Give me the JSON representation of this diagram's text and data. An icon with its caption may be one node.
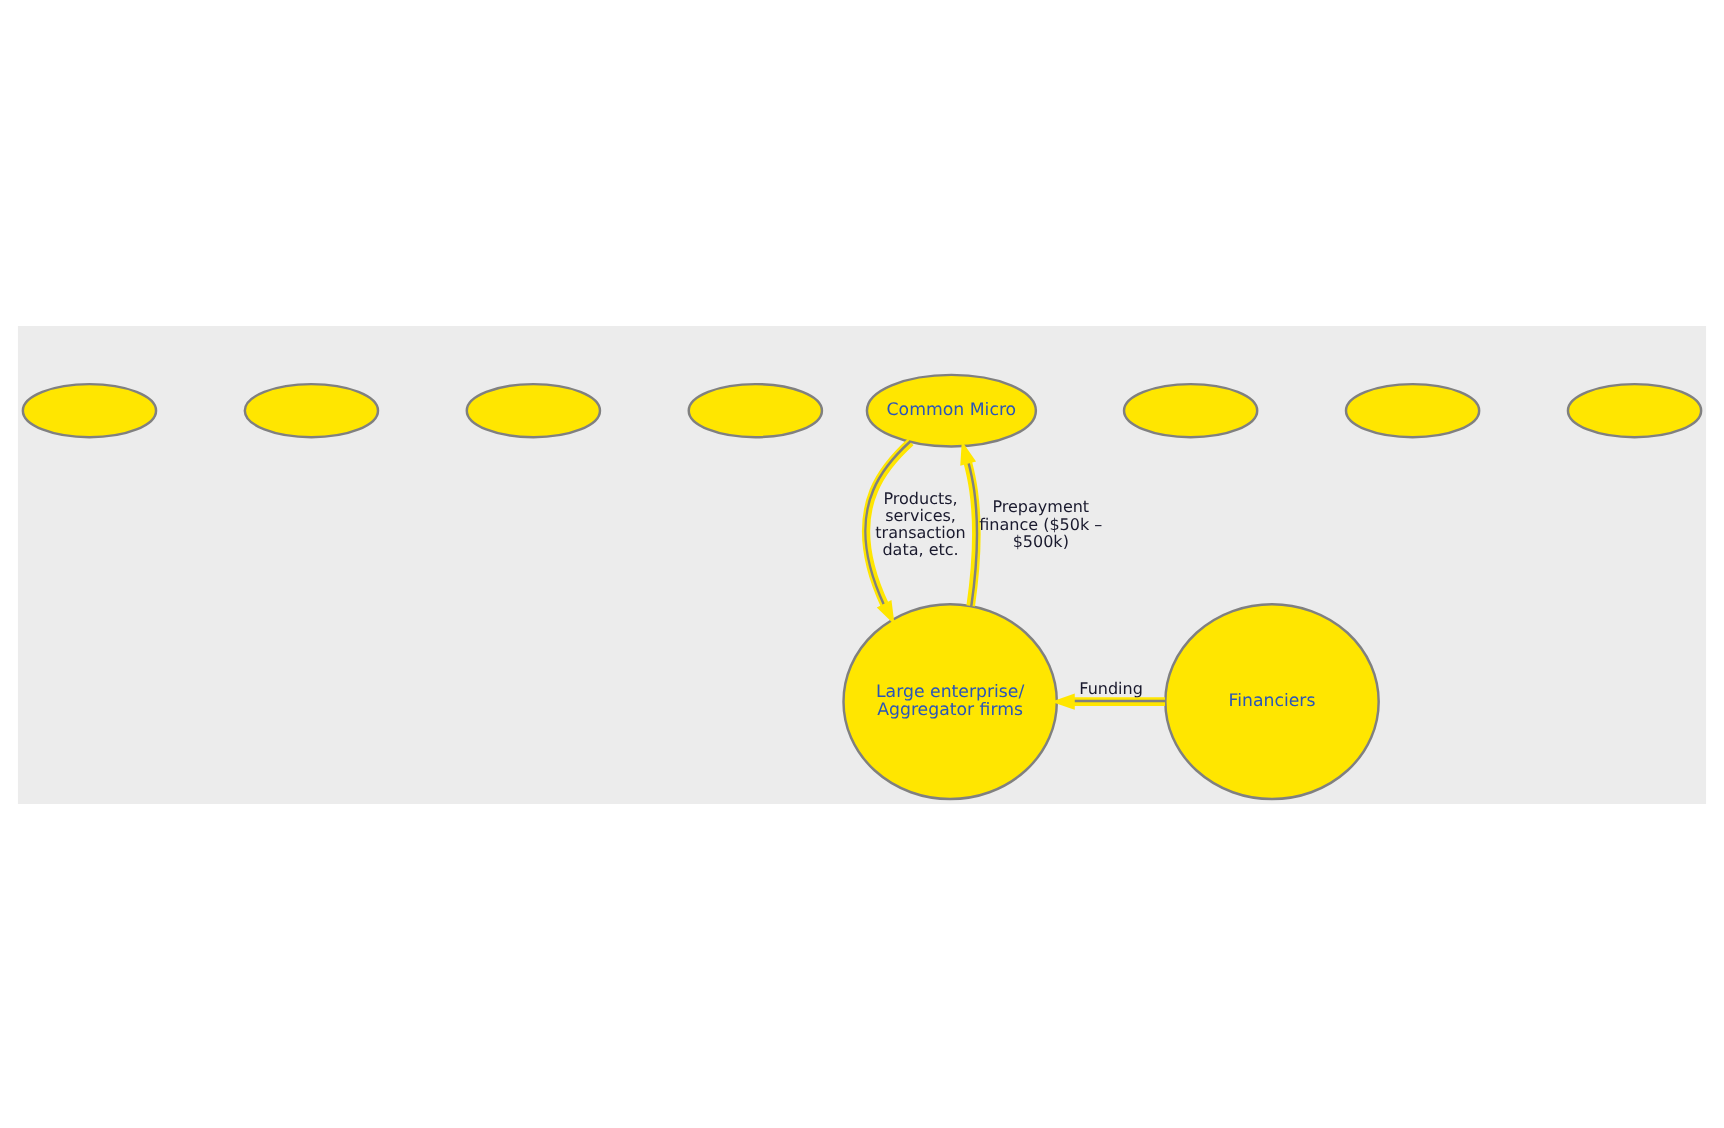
{
  "diagram": {
    "nodes": [
      {
        "text": [
          "Common Micro"
        ]
      },
      {
        "text": [],
        "shape": "ellipse"
      },
      {
        "text": [],
        "shape": "ellipse"
      },
      {
        "text": [],
        "shape": "ellipse"
      },
      {
        "text": [],
        "shape": "ellipse"
      },
      {
        "text": [],
        "shape": "ellipse"
      },
      {
        "text": [],
        "shape": "ellipse"
      },
      {
        "text": [],
        "shape": "ellipse"
      },
      {
        "text": [
          "Large enterprise/ Aggregator firms"
        ]
      },
      {
        "text": [
          "Financiers"
        ]
      }
    ],
    "edges": [
      {
        "from": 0,
        "to": 8,
        "arrow": "to",
        "label": "Products, services, transaction data, etc."
      },
      {
        "from": 8,
        "to": 0,
        "arrow": "to",
        "label": "Prepayment finance ($50k – $500k)"
      },
      {
        "from": 9,
        "to": 8,
        "arrow": "to",
        "label": "Funding"
      }
    ]
  }
}
